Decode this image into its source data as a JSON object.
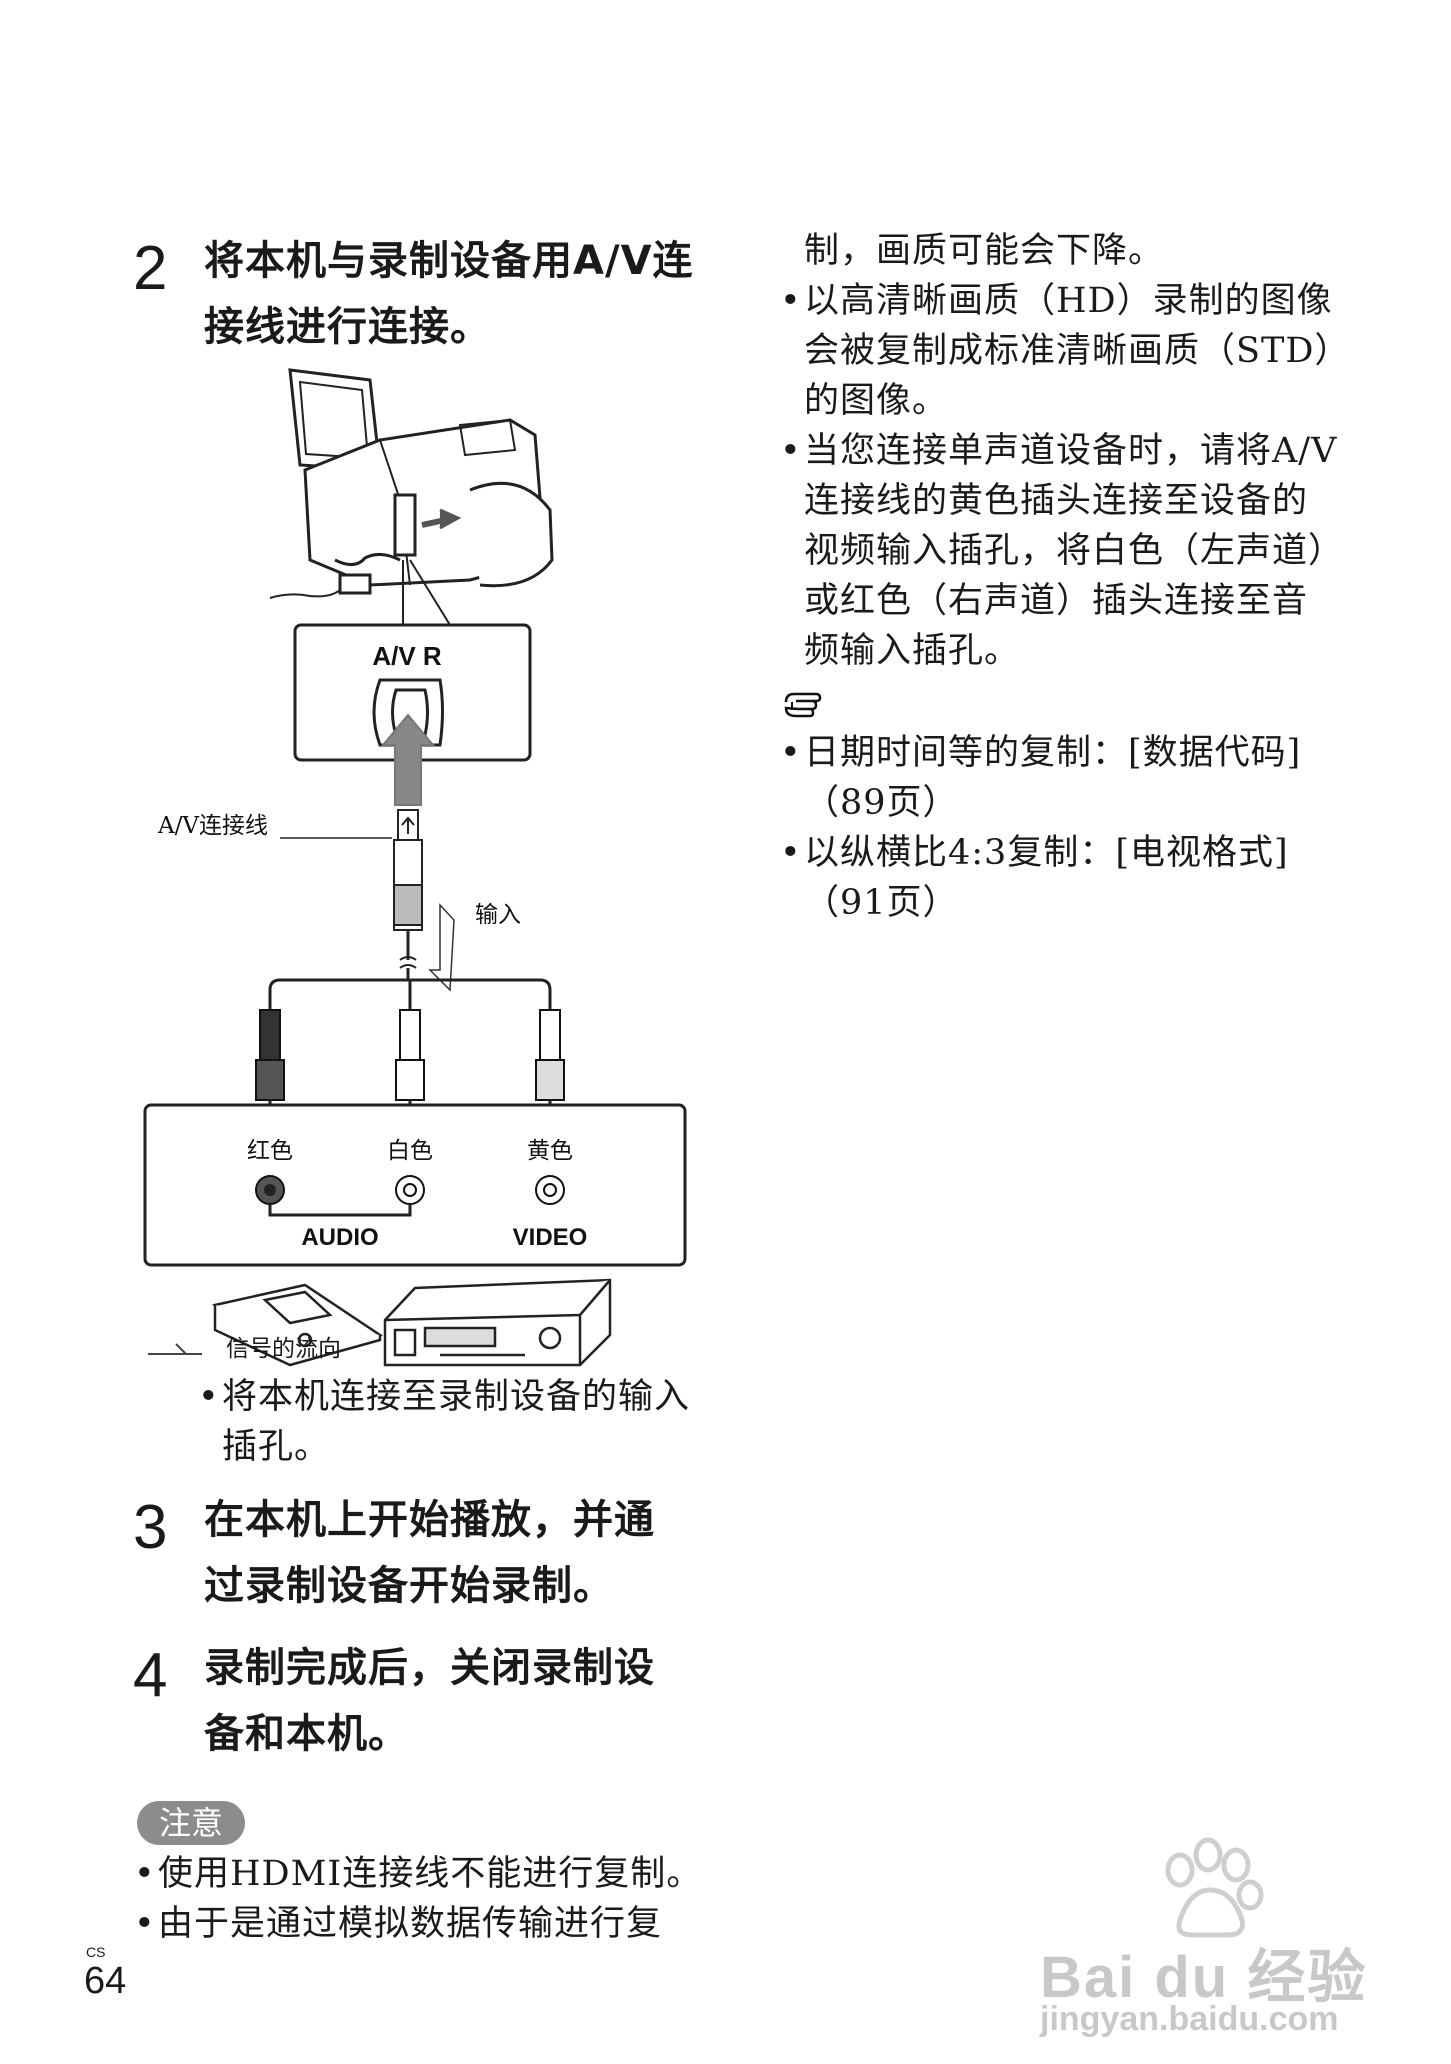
{
  "steps": [
    {
      "number": "2",
      "text": "将本机与录制设备用A/V连接线进行连接。"
    },
    {
      "number": "3",
      "text": "在本机上开始播放，并通过录制设备开始录制。"
    },
    {
      "number": "4",
      "text": "录制完成后，关闭录制设备和本机。"
    }
  ],
  "diagram": {
    "port_label": "A/V R",
    "cable_label": "A/V连接线",
    "input_label": "输入",
    "jack_labels": [
      "红色",
      "白色",
      "黄色"
    ],
    "audio_label": "AUDIO",
    "video_label": "VIDEO",
    "signal_legend": "信号的流向"
  },
  "step2_bullet": "将本机连接至录制设备的输入插孔。",
  "notice": {
    "label": "注意",
    "items": [
      "使用HDMI连接线不能进行复制。",
      "由于是通过模拟数据传输进行复"
    ]
  },
  "right_col": {
    "continuation": "制，画质可能会下降。",
    "items": [
      "以高清晰画质（HD）录制的图像会被复制成标准清晰画质（STD）的图像。",
      "当您连接单声道设备时，请将A/V连接线的黄色插头连接至设备的视频输入插孔，将白色（左声道）或红色（右声道）插头连接至音频输入插孔。"
    ],
    "tip_icon": "pointing-hand-icon",
    "tips": [
      "日期时间等的复制：[数据代码]（89页）",
      "以纵横比4:3复制：[电视格式]（91页）"
    ]
  },
  "page": {
    "number": "64",
    "lang": "CS"
  },
  "watermark": {
    "brand": "Bai du 经验",
    "url": "jingyan.baidu.com"
  }
}
